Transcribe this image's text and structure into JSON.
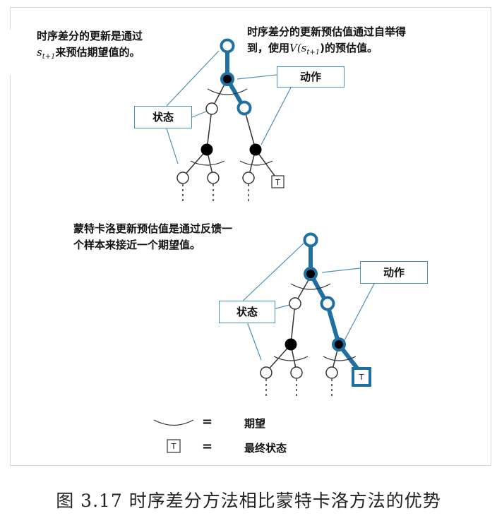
{
  "top": {
    "note_left_line1": "时序差分的更新是通过",
    "note_left_line2_suffix": "来预估期望值的。",
    "note_left_symbol": "s",
    "note_left_subscript": "t+1",
    "note_right_line1": "时序差分的更新预估值通过自举得",
    "note_right_line2_prefix": "到，使用",
    "note_right_symbol": "V(s",
    "note_right_subscript": "t+1",
    "note_right_line2_suffix": ")的预估值。",
    "state_label": "状态",
    "action_label": "动作",
    "terminal_label": "T"
  },
  "bottom": {
    "note_line1": "蒙特卡洛更新预估值是通过反馈一",
    "note_line2": "个样本来接近一个期望值。",
    "state_label": "状态",
    "action_label": "动作",
    "terminal_label": "T"
  },
  "legend": {
    "equals": "=",
    "expectation_label": "期望",
    "terminal_icon": "T",
    "terminal_label": "最终状态"
  },
  "caption": "图 3.17   时序差分方法相比蒙特卡洛方法的优势",
  "colors": {
    "highlight": "#1f6fa3",
    "callout": "#4a90b8",
    "node_fill": "#000000",
    "edge": "#333333"
  }
}
